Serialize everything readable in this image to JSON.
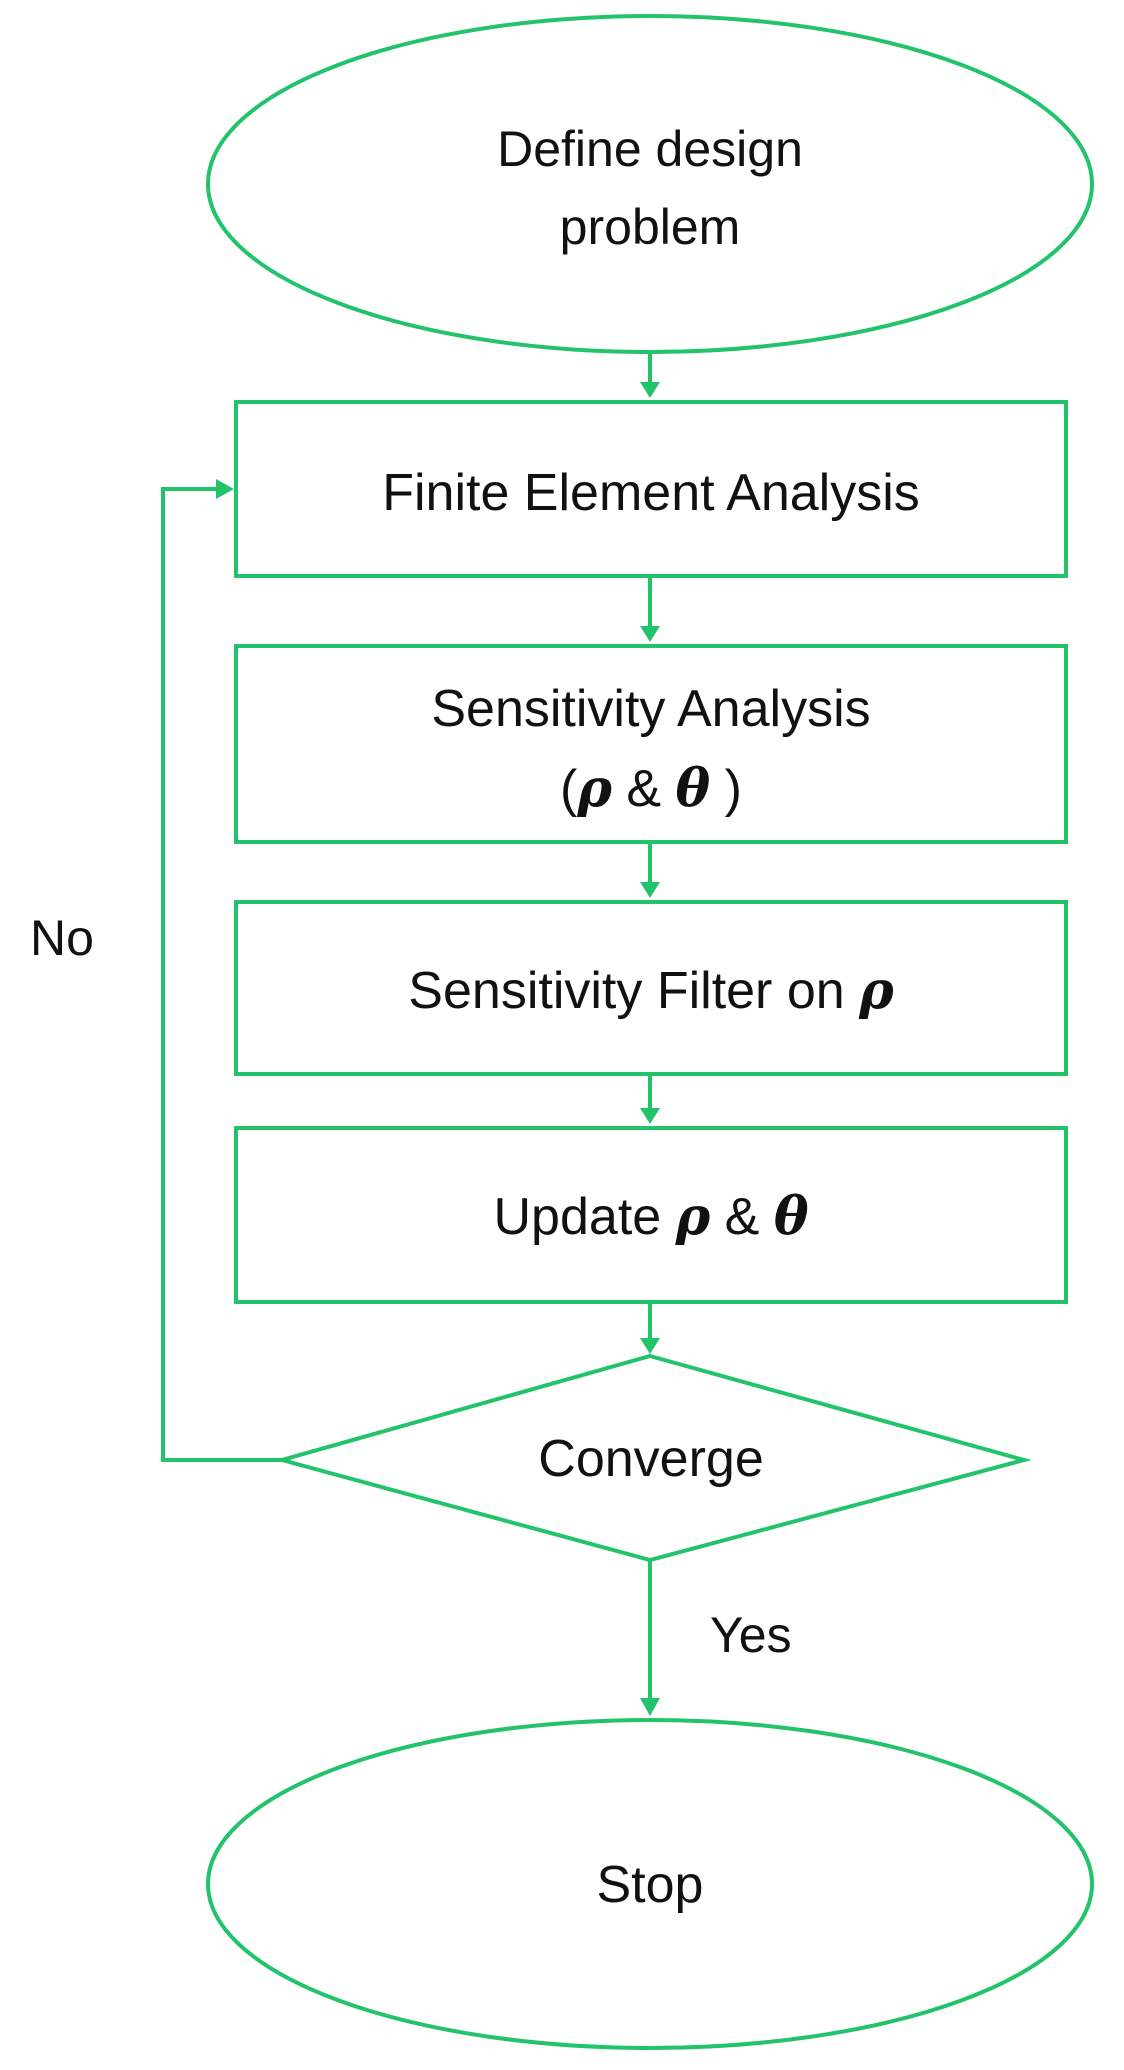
{
  "colors": {
    "accent": "#22c36a",
    "text": "#111111",
    "background": "#ffffff"
  },
  "nodes": {
    "start": {
      "shape": "ellipse",
      "line1": "Define design",
      "line2": "problem"
    },
    "fea": {
      "shape": "rectangle",
      "label": "Finite Element Analysis"
    },
    "sensitivity_analysis": {
      "shape": "rectangle",
      "line1": "Sensitivity Analysis",
      "line2": {
        "open": "(",
        "rho": "ρ",
        "amp": " & ",
        "theta": "θ",
        "close": " )"
      }
    },
    "sensitivity_filter": {
      "shape": "rectangle",
      "text": "Sensitivity Filter on ",
      "rho": "ρ"
    },
    "update": {
      "shape": "rectangle",
      "text": "Update ",
      "rho": "ρ",
      "amp": " & ",
      "theta": "θ"
    },
    "converge": {
      "shape": "diamond",
      "label": "Converge"
    },
    "stop": {
      "shape": "ellipse",
      "label": "Stop"
    }
  },
  "edges": {
    "no_label": "No",
    "yes_label": "Yes"
  }
}
